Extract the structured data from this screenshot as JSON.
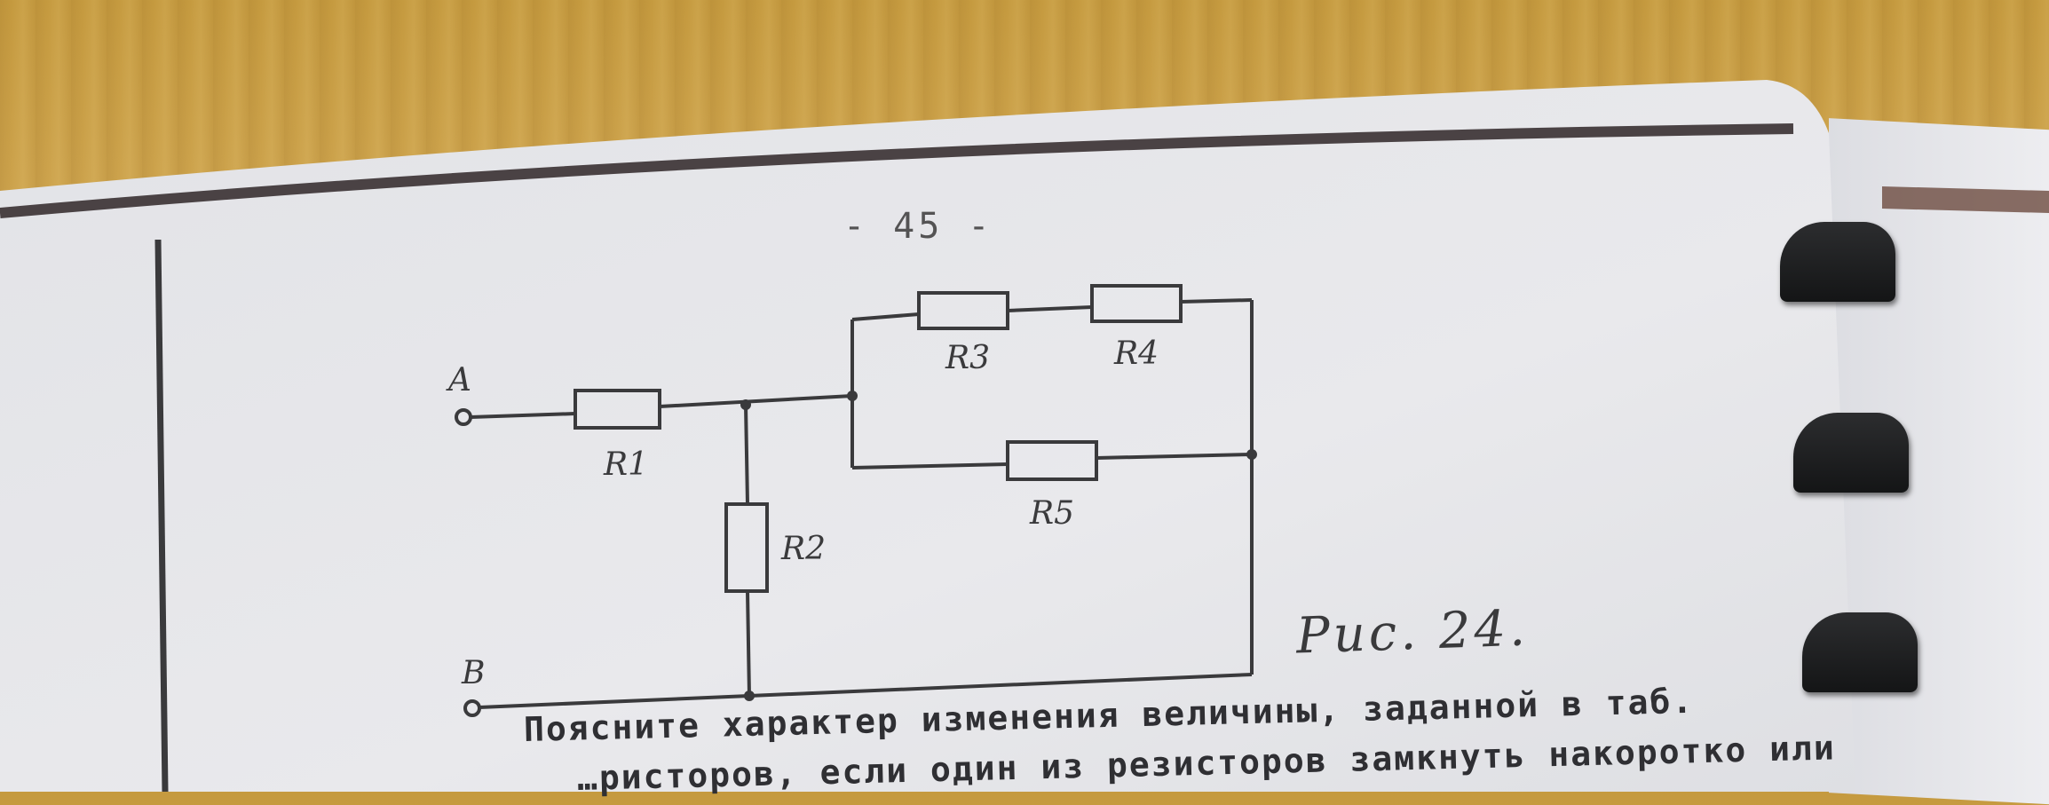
{
  "page": {
    "page_number": "- 45 -",
    "figure_caption": "Рис. 24.",
    "body_text_line1": "Поясните характер изменения величины, заданной в таб.",
    "body_text_line2": "…ристоров, если один из резисторов замкнуть накоротко или"
  },
  "circuit": {
    "terminal_a": "A",
    "terminal_b": "B",
    "resistors": [
      "R1",
      "R2",
      "R3",
      "R4",
      "R5"
    ]
  },
  "colors": {
    "ink": "#3a3a3c",
    "paper": "#e6e6e9",
    "desk": "#c89e47",
    "binder": "#1c1d1f"
  }
}
